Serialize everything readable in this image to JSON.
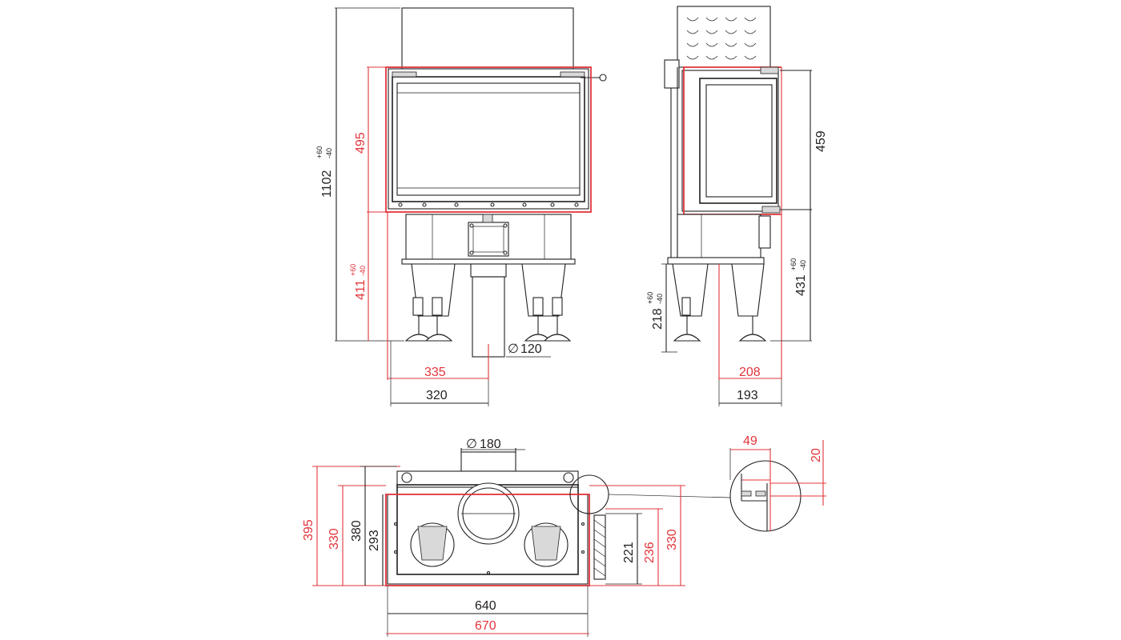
{
  "colors": {
    "ink": "#231f20",
    "accent": "#e2353b",
    "background": "#ffffff"
  },
  "front_view": {
    "total_height": "1102",
    "total_height_tol_plus": "+60",
    "total_height_tol_minus": "-40",
    "glass_height": "495",
    "base_height": "411",
    "base_height_tol_plus": "+60",
    "base_height_tol_minus": "-40",
    "flue_diameter_symbol": "∅",
    "flue_diameter": "120",
    "offset_outer": "335",
    "offset_inner": "320"
  },
  "side_view": {
    "glass_height": "459",
    "base_height": "431",
    "base_height_tol_plus": "+60",
    "base_height_tol_minus": "-40",
    "inlet_height": "218",
    "inlet_height_tol_plus": "+60",
    "inlet_height_tol_minus": "-40",
    "depth_outer": "208",
    "depth_inner": "193"
  },
  "top_view": {
    "outlet_diameter_symbol": "∅",
    "outlet_diameter": "180",
    "depth_395": "395",
    "depth_330_left": "330",
    "depth_380": "380",
    "depth_293": "293",
    "depth_221": "221",
    "depth_236": "236",
    "depth_330_right": "330",
    "width_inner": "640",
    "width_outer": "670"
  },
  "detail_view": {
    "offset_x": "49",
    "offset_y": "20"
  }
}
